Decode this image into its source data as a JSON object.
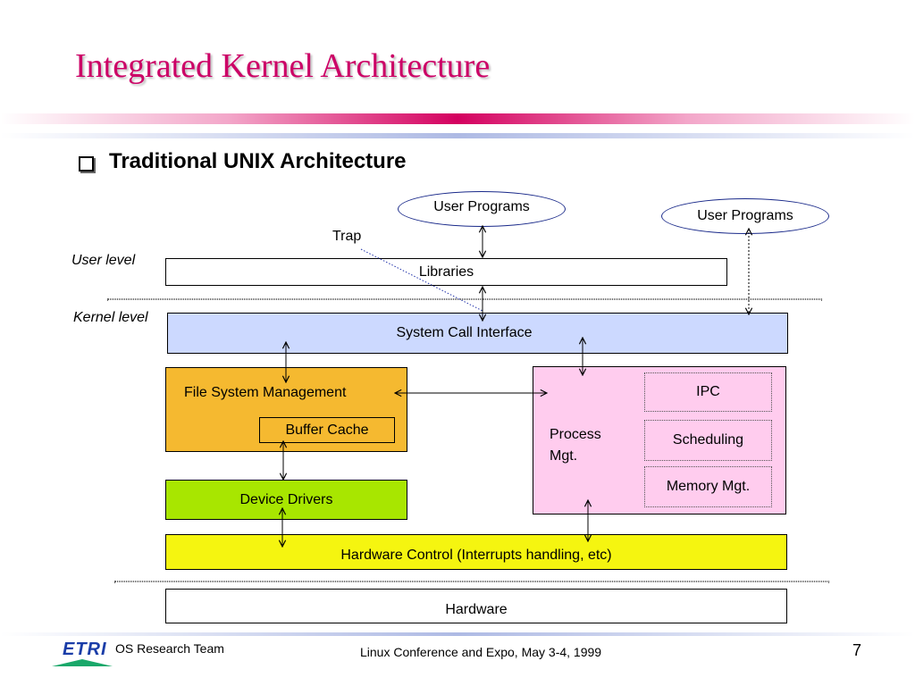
{
  "slide": {
    "title": "Integrated Kernel Architecture",
    "heading": "Traditional UNIX Architecture"
  },
  "diagram": {
    "user_programs_1": "User Programs",
    "user_programs_2": "User Programs",
    "trap": "Trap",
    "user_level": "User  level",
    "kernel_level": "Kernel level",
    "libraries": "Libraries",
    "system_call_interface": "System Call Interface",
    "file_system_management": "File System Management",
    "buffer_cache": "Buffer Cache",
    "device_drivers": "Device Drivers",
    "process_mgt": "Process\nMgt.",
    "ipc": "IPC",
    "scheduling": "Scheduling",
    "memory_mgt": "Memory Mgt.",
    "hardware_control": "Hardware Control (Interrupts handling, etc)",
    "hardware": "Hardware"
  },
  "colors": {
    "title": "#cc0066",
    "system_call": "#ccd9ff",
    "file_system": "#f5b930",
    "device_drivers": "#a8e600",
    "process": "#ffccee",
    "hardware_control": "#f5f510"
  },
  "footer": {
    "logo": "ETRI",
    "team": "OS Research Team",
    "conference": "Linux Conference and Expo, May 3-4, 1999",
    "page": "7"
  }
}
